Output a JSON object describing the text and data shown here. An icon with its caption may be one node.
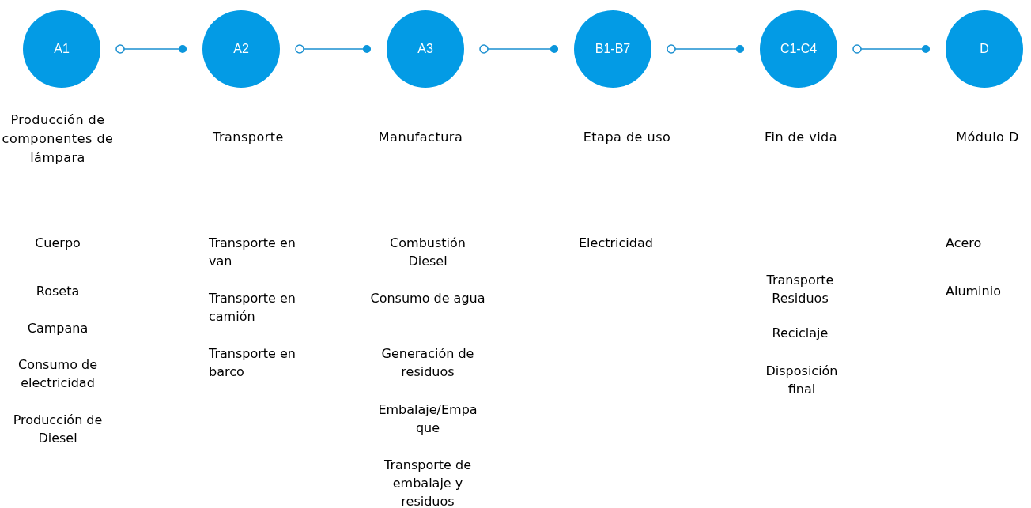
{
  "diagram": {
    "nodes": [
      {
        "text": [
          "A1"
        ],
        "beside": [
          "Producción de componentes de lámpara"
        ]
      },
      {
        "text": [
          "A2"
        ],
        "beside": [
          "Transporte"
        ]
      },
      {
        "text": [
          "A3"
        ],
        "beside": [
          "Manufactura"
        ]
      },
      {
        "text": [
          "B1-B7"
        ],
        "beside": [
          "Etapa de uso"
        ]
      },
      {
        "text": [
          "C1-C4"
        ],
        "beside": [
          "Fin de vida"
        ]
      },
      {
        "text": [
          "D"
        ],
        "beside": [
          "Módulo D"
        ]
      }
    ],
    "edges": [
      {
        "from": 0,
        "to": 1,
        "arrow": "other"
      },
      {
        "from": 1,
        "to": 2,
        "arrow": "other"
      },
      {
        "from": 2,
        "to": 3,
        "arrow": "other"
      },
      {
        "from": 3,
        "to": 4,
        "arrow": "other"
      },
      {
        "from": 4,
        "to": 5,
        "arrow": "other"
      }
    ],
    "labels": [
      "Cuerpo",
      "Roseta",
      "Campana",
      "Consumo de electricidad",
      "Producción de Diesel",
      "Transporte en van",
      "Transporte en camión",
      "Transporte en barco",
      "Combustión Diesel",
      "Consumo de agua",
      "Generación de residuos",
      "Embalaje/Empaque",
      "Transporte de embalaje y residuos",
      "Electricidad",
      "Transporte Residuos",
      "Reciclaje",
      "Disposición final",
      "Acero",
      "Aluminio"
    ]
  }
}
